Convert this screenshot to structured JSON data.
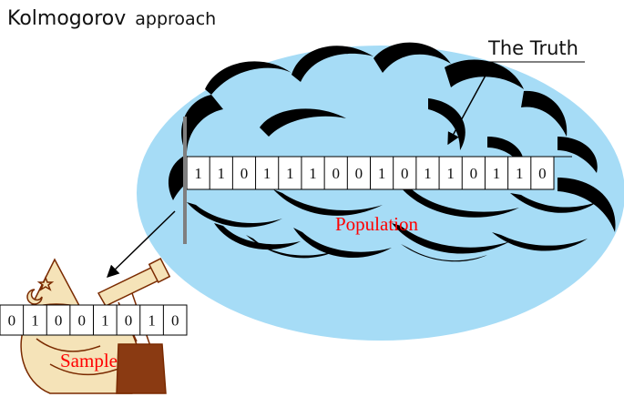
{
  "title": {
    "main": "Kolmogorov",
    "sub": "approach"
  },
  "truth_label": "The Truth",
  "population_label": "Population",
  "sample_label": "Sample",
  "population_bits": [
    "1",
    "1",
    "0",
    "1",
    "1",
    "1",
    "0",
    "0",
    "1",
    "0",
    "1",
    "1",
    "0",
    "1",
    "1",
    "0"
  ],
  "sample_bits": [
    "0",
    "1",
    "0",
    "0",
    "1",
    "0",
    "1",
    "0"
  ],
  "colors": {
    "ellipse": "#a6dcf6",
    "cloud_outline": "#000000",
    "label_red": "#ff0000",
    "wizard_robe": "#f5e3b8",
    "wizard_outline": "#7a2a00"
  },
  "icons": [
    "cloud-icon",
    "wizard-astronomer-icon",
    "telescope-icon",
    "star-icon",
    "moon-icon"
  ]
}
